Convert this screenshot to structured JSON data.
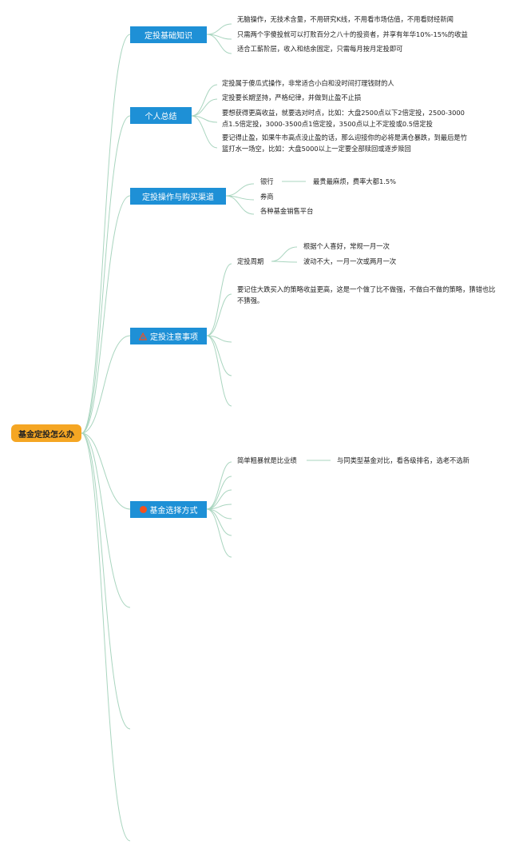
{
  "root": {
    "label": "基金定投怎么办"
  },
  "b1": {
    "label": "定投基础知识",
    "items": [
      "无脑操作，无技术含量，不用研究K线，不用看市场估值，不用看财经新闻",
      "只需两个字傻投就可以打败百分之八十的投资者，并享有年华10%-15%的收益",
      "适合工薪阶层，收入和结余固定，只需每月按月定投即可"
    ]
  },
  "b2": {
    "label": "个人总结",
    "items": [
      "定投属于傻瓜式操作，非常适合小白和没时间打理钱财的人",
      "定投要长期坚持，严格纪律，并做到止盈不止损",
      "要想获得更高收益，就要选对时点，比如：大盘2500点以下2倍定投，2500-3000点1.5倍定投，3000-3500点1倍定投，3500点以上不定投或0.5倍定投",
      "要记得止盈，如果牛市高点没止盈的话，那么迎接你的必将是满仓暴跌，到最后是竹篮打水一场空，比如：大盘5000以上一定要全部赎回或逐步赎回"
    ]
  },
  "b3": {
    "label": "定投操作与购买渠道",
    "items": [
      "银行",
      "券商",
      "各种基金销售平台"
    ],
    "bank_note": "最贵最麻烦，费率大都1.5%"
  },
  "b4": {
    "label": "定投注意事项",
    "icon": "warning-icon",
    "cycle_label": "定投周期",
    "cycle_items": [
      "根据个人喜好，常规一月一次",
      "波动不大，一月一次或两月一次"
    ],
    "strategy": "要记住大跌买入的策略收益更高，这是一个做了比不做强，不做白不做的策略，猜错也比不猜强。"
  },
  "b5": {
    "label": "基金选择方式",
    "icon": "orange-dot-icon",
    "first_item": "简单粗暴就是比业绩",
    "first_note": "与同类型基金对比，看各级排名，选老不选新"
  },
  "colors": {
    "root": "#f5a623",
    "branch": "#1e90d6",
    "wire": "#a9d5bf",
    "icon": "#f4511e"
  }
}
